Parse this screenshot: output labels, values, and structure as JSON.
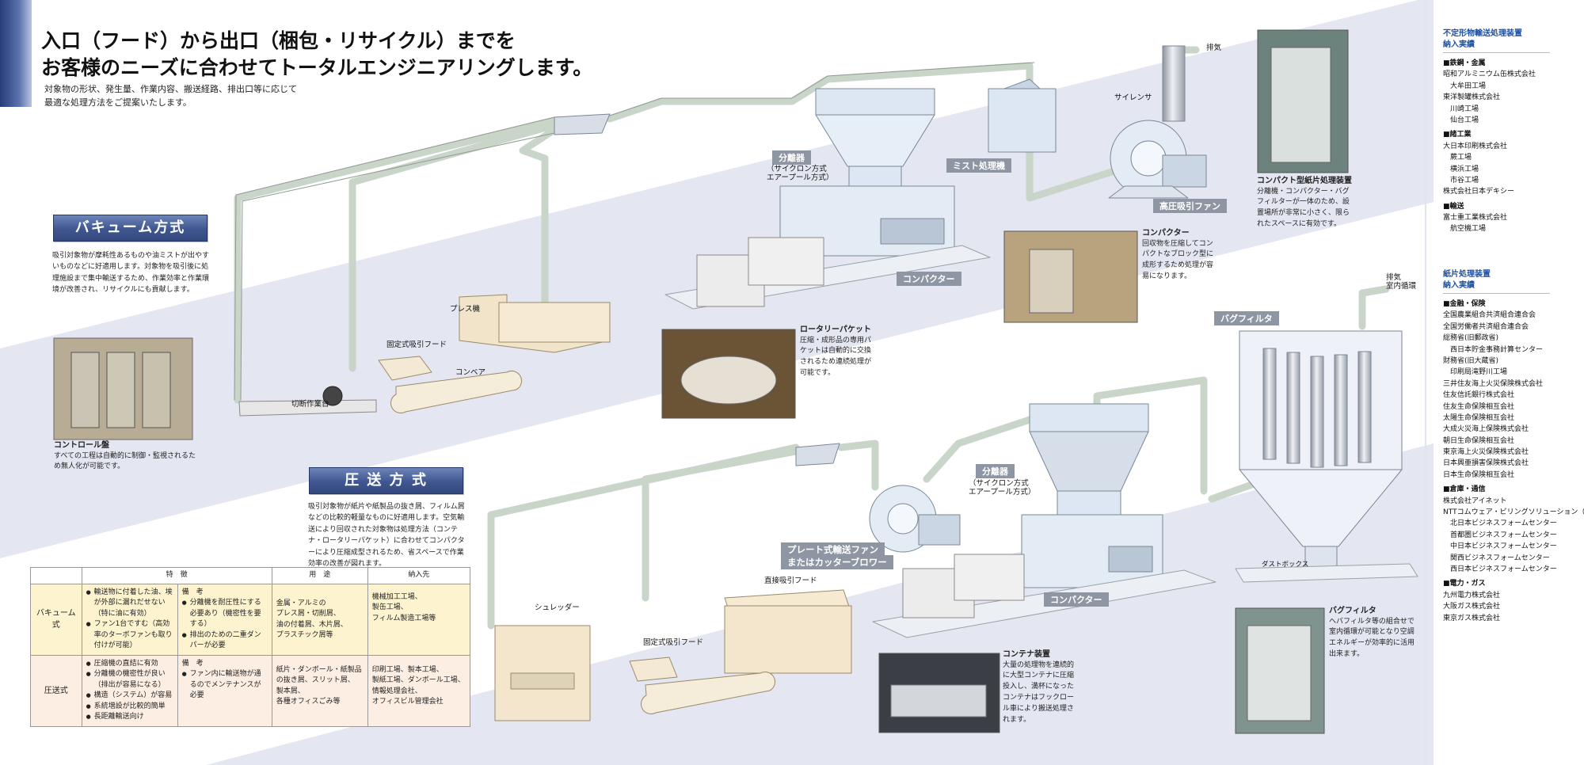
{
  "header": {
    "title_line1": "入口（フード）から出口（梱包・リサイクル）までを",
    "title_line2": "お客様のニーズに合わせてトータルエンジニアリングします。",
    "subtitle_line1": "対象物の形状、発生量、作業内容、搬送経路、排出口等に応じて",
    "subtitle_line2": "最適な処理方法をご提案いたします。"
  },
  "vacuum": {
    "title": "バキューム方式",
    "description": "吸引対象物が摩耗性あるものや油ミストが出やすいものなどに好適用します。対象物を吸引後に処理施設まで集中輸送するため、作業効率と作業環境が改善され、リサイクルにも貢献します。"
  },
  "pressure": {
    "title": "圧 送 方 式",
    "description": "吸引対象物が紙片や紙製品の抜き屑、フィルム屑などの比較的軽量なものに好適用します。空気輸送により回収された対象物は処理方法（コンテナ・ロータリーパケット）に合わせてコンパクターにより圧縮成型されるため、省スペースで作業効率の改善が図れます。"
  },
  "labels": {
    "exhaust_top": "排気",
    "silencer": "サイレンサ",
    "separator_top": "分離器",
    "separator_top_sub": "（サイクロン方式\nエアープール方式）",
    "mist": "ミスト処理機",
    "hp_fan": "高圧吸引ファン",
    "compactor_top": "コンパクター",
    "press": "プレス機",
    "fixed_hood_top": "固定式吸引フード",
    "conveyor": "コンベア",
    "cutting_table": "切断作業台",
    "bag_filter_tag": "バグフィルタ",
    "exhaust_right": "排気\n室内循環",
    "separator_bottom": "分離器",
    "separator_bottom_sub": "（サイクロン方式\nエアープール方式）",
    "plate_fan": "プレート式輸送ファン",
    "plate_fan_sub": "またはカッターブロワー",
    "compactor_bottom": "コンパクター",
    "direct_hood": "直接吸引フード",
    "shredder": "シュレッダー",
    "fixed_hood_bottom": "固定式吸引フード",
    "dust_box": "ダストボックス"
  },
  "captions": {
    "control": {
      "title": "コントロール盤",
      "body": "すべての工程は自動的に制御・監視されるため無人化が可能です。"
    },
    "rotary": {
      "title": "ロータリーパケット",
      "body": "圧縮・成形品の専用パケットは自動的に交換されるため連続処理が可能です。"
    },
    "compactor": {
      "title": "コンパクター",
      "body": "回収物を圧縮してコンパクトなブロック型に成形するため処理が容易になります。"
    },
    "compact_unit": {
      "title": "コンパクト型紙片処理装置",
      "body": "分離機・コンパクター・バグフィルターが一体のため、設置場所が非常に小さく、限られたスペースに有効です。"
    },
    "container": {
      "title": "コンテナ装置",
      "body": "大量の処理物を連続的に大型コンテナに圧縮投入し、満杯になったコンテナはフックロール車により搬送処理されます。"
    },
    "bag_filter": {
      "title": "バグフィルタ",
      "body": "ヘバフィルタ等の組合せで室内循環が可能となり空調エネルギーが効率的に活用出来ます。"
    }
  },
  "table": {
    "headers": [
      "特　徴",
      "用　途",
      "納入先"
    ],
    "rows": [
      {
        "method": "バキューム式",
        "features_left": [
          "輸送物に付着した油、埃が外部に漏れだせない（特に油に有効）",
          "ファン1台ですむ（高効率のターボファンも取り付けが可能）"
        ],
        "note_title": "備　考",
        "features_right": [
          "分離機を耐圧性にする必要あり（機密性を要する）",
          "排出のための二重ダンパーが必要"
        ],
        "uses": "金属・アルミの\nプレス屑・切削屑、\n油の付着屑、木片屑、\nプラスチック屑等",
        "clients": "機械加工工場、\n製缶工場、\nフィルム製造工場等"
      },
      {
        "method": "圧送式",
        "features_left": [
          "圧縮機の直結に有効",
          "分離機の機密性が良い（排出が容易になる）",
          "構造（システム）が容易",
          "系統増設が比較的簡単",
          "長距離輸送向け"
        ],
        "note_title": "備　考",
        "features_right": [
          "ファン内に輸送物が通るのでメンテナンスが必要"
        ],
        "uses": "紙片・ダンボール・紙製品\nの抜き屑、スリット屑、\n製本屑、\n各種オフィスごみ等",
        "clients": "印刷工場、製本工場、\n製紙工場、ダンボール工場、\n情報処理会社、\nオフィスビル管理会社"
      }
    ]
  },
  "right_panel": {
    "section1_title": "不定形物輸送処理装置\n納入実績",
    "section1": [
      {
        "cat": "■鉄鋼・金属",
        "items": [
          "昭和アルミニウム缶株式会社",
          "　大牟田工場",
          "東洋製罐株式会社",
          "　川崎工場",
          "　仙台工場"
        ]
      },
      {
        "cat": "■諸工業",
        "items": [
          "大日本印刷株式会社",
          "　蕨工場",
          "　横浜工場",
          "　市谷工場",
          "株式会社日本デキシー"
        ]
      },
      {
        "cat": "■輸送",
        "items": [
          "富士重工業株式会社",
          "　航空機工場"
        ]
      }
    ],
    "section2_title": "紙片処理装置\n納入実績",
    "section2": [
      {
        "cat": "■金融・保険",
        "items": [
          "全国農業組合共済組合連合会",
          "全国労働者共済組合連合会",
          "総務省(旧郵政省)",
          "　西日本貯金事務計算センター",
          "財務省(旧大蔵省)",
          "　印刷局滝野川工場",
          "三井住友海上火災保険株式会社",
          "住友信託銀行株式会社",
          "住友生命保険相互会社",
          "太陽生命保険相互会社",
          "大成火災海上保険株式会社",
          "朝日生命保険相互会社",
          "東京海上火災保険株式会社",
          "日本興亜損害保険株式会社",
          "日本生命保険相互会社"
        ]
      },
      {
        "cat": "■倉庫・通信",
        "items": [
          "株式会社アイネット",
          "NTTコムウェア・ビリングソリューション（株）",
          "　北日本ビジネスフォームセンター",
          "　首都圏ビジネスフォームセンター",
          "　中日本ビジネスフォームセンター",
          "　関西ビジネスフォームセンター",
          "　西日本ビジネスフォームセンター"
        ]
      },
      {
        "cat": "■電力・ガス",
        "items": [
          "九州電力株式会社",
          "大阪ガス株式会社",
          "東京ガス株式会社"
        ]
      }
    ]
  },
  "colors": {
    "accent_blue": "#3f5690",
    "band": "#e4e7f1",
    "pipe": "#cfd9cf",
    "machine": "#dce7f3",
    "tag_gray": "#8e95a3"
  }
}
